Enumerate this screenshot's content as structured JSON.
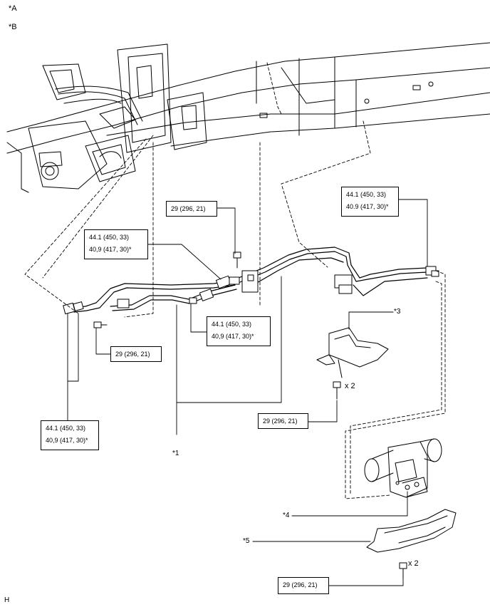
{
  "view_labels": {
    "a": "*A",
    "b": "*B"
  },
  "corner_letter": "H",
  "callouts": {
    "c1": "*1",
    "c3": "*3",
    "c4": "*4",
    "c5": "*5"
  },
  "torque_boxes": {
    "top_center": {
      "line1": "29 (296, 21)"
    },
    "top_right": {
      "line1": "44.1 (450, 33)",
      "line2": "40.9 (417, 30)*"
    },
    "mid_left": {
      "line1": "44.1 (450, 33)",
      "line2": "40,9 (417, 30)*"
    },
    "mid_center": {
      "line1": "44.1 (450, 33)",
      "line2": "40,9 (417, 30)*"
    },
    "left_bolt": {
      "line1": "29 (296, 21)"
    },
    "bottom_left": {
      "line1": "44.1 (450, 33)",
      "line2": "40,9 (417, 30)*"
    },
    "protector_bolt": {
      "line1": "29 (296, 21)"
    },
    "bottom_bolt": {
      "line1": "29 (296, 21)"
    }
  },
  "quantities": {
    "protector_bolt_qty": "x 2",
    "bottom_bolt_qty": "x 2"
  }
}
